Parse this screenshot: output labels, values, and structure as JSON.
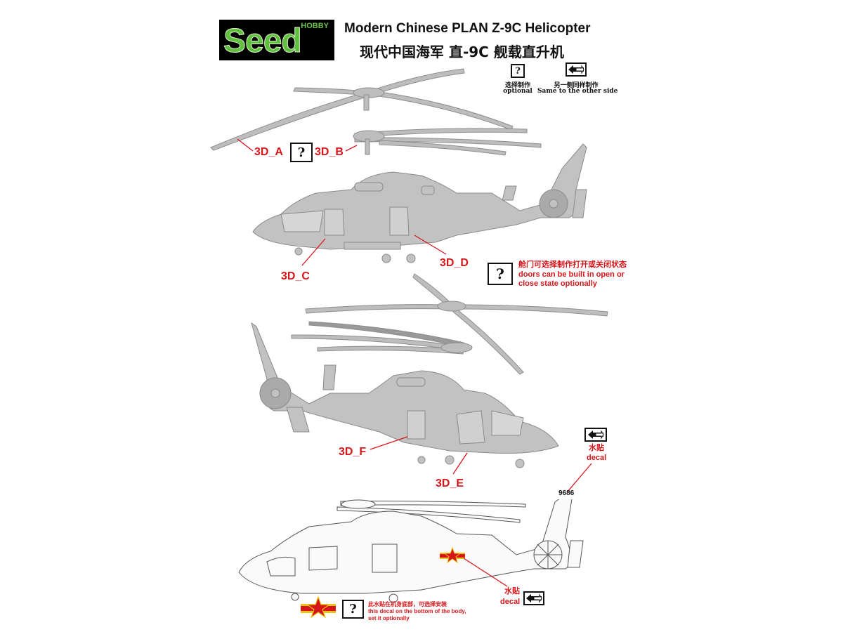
{
  "header": {
    "logo_brand": "Seed",
    "logo_sub": "HOBBY",
    "title_en": "Modern Chinese PLAN Z-9C Helicopter",
    "title_cn": "现代中国海军 直-9C 舰载直升机"
  },
  "legend": {
    "optional_symbol": "?",
    "optional_cn": "选择制作",
    "optional_en": "optional",
    "same_side_cn": "另一侧同样制作",
    "same_side_en": "Same to the other side"
  },
  "parts": {
    "a": "3D_A",
    "b": "3D_B",
    "c": "3D_C",
    "d": "3D_D",
    "e": "3D_E",
    "f": "3D_F"
  },
  "door_note": {
    "symbol": "?",
    "cn": "舱门可选择制作打开或关闭状态",
    "en_line1": "doors can be built in open or",
    "en_line2": "close state optionally"
  },
  "decal_top": {
    "cn": "水贴",
    "en": "decal"
  },
  "decal_side": {
    "cn": "水贴",
    "en": "decal"
  },
  "tail_number": "9686",
  "bottom_note": {
    "symbol": "?",
    "cn": "此水贴在机身底部，可选择安装",
    "en_line1": "this decal on the bottom of the body,",
    "en_line2": "set it optionally"
  },
  "colors": {
    "accent_red": "#d7161a",
    "model_grey": "#b9b9b9",
    "logo_green": "#5fbf3f"
  }
}
